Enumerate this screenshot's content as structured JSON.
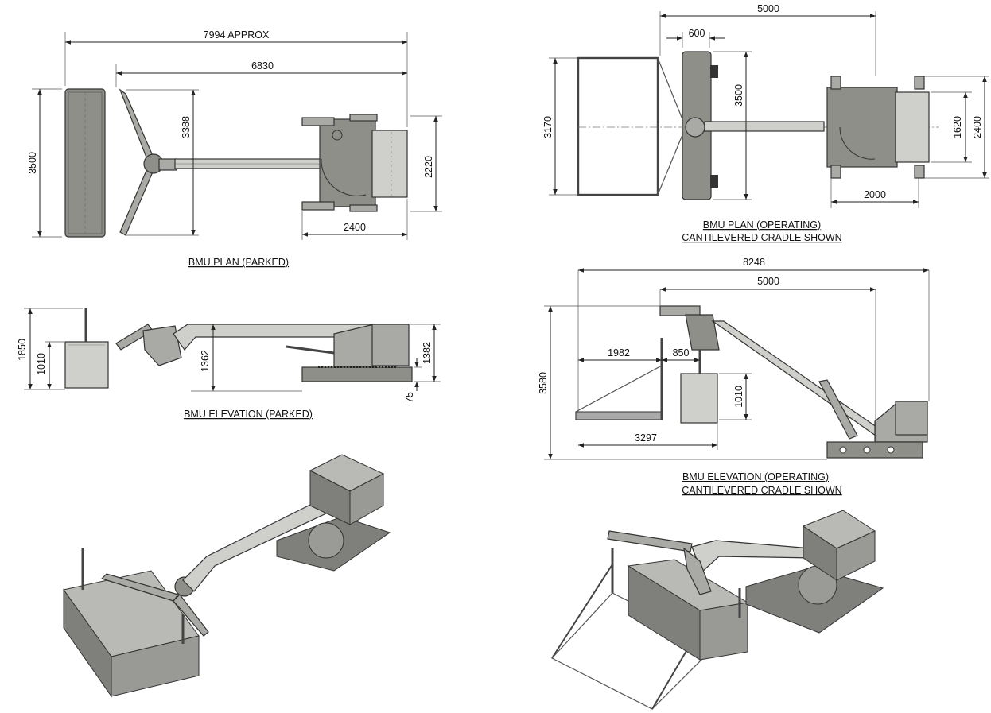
{
  "views": {
    "plan_parked": {
      "caption": "BMU PLAN (PARKED)",
      "dims": {
        "overall": "7994 APPROX",
        "length": "6830",
        "cradle_width": "3500",
        "arm_span": "3388",
        "base_width": "2220",
        "base_length": "2400"
      }
    },
    "elevation_parked": {
      "caption": "BMU ELEVATION (PARKED)",
      "dims": {
        "height": "1850",
        "cradle_height": "1010",
        "arm_height": "1362",
        "base_height": "1382",
        "offset": "75"
      }
    },
    "plan_operating": {
      "caption_line1": "BMU PLAN (OPERATING)",
      "caption_line2": "CANTILEVERED CRADLE SHOWN",
      "dims": {
        "reach": "5000",
        "offset": "600",
        "frame_width": "3170",
        "cradle_width": "3500",
        "base_inner": "1620",
        "base_outer": "2400",
        "base_length": "2000"
      }
    },
    "elevation_operating": {
      "caption_line1": "BMU ELEVATION (OPERATING)",
      "caption_line2": "CANTILEVERED CRADLE SHOWN",
      "dims": {
        "overall": "8248",
        "reach": "5000",
        "height": "3580",
        "frame_length": "1982",
        "cradle_offset": "850",
        "cradle_height": "1010",
        "base_length": "3297"
      }
    }
  }
}
